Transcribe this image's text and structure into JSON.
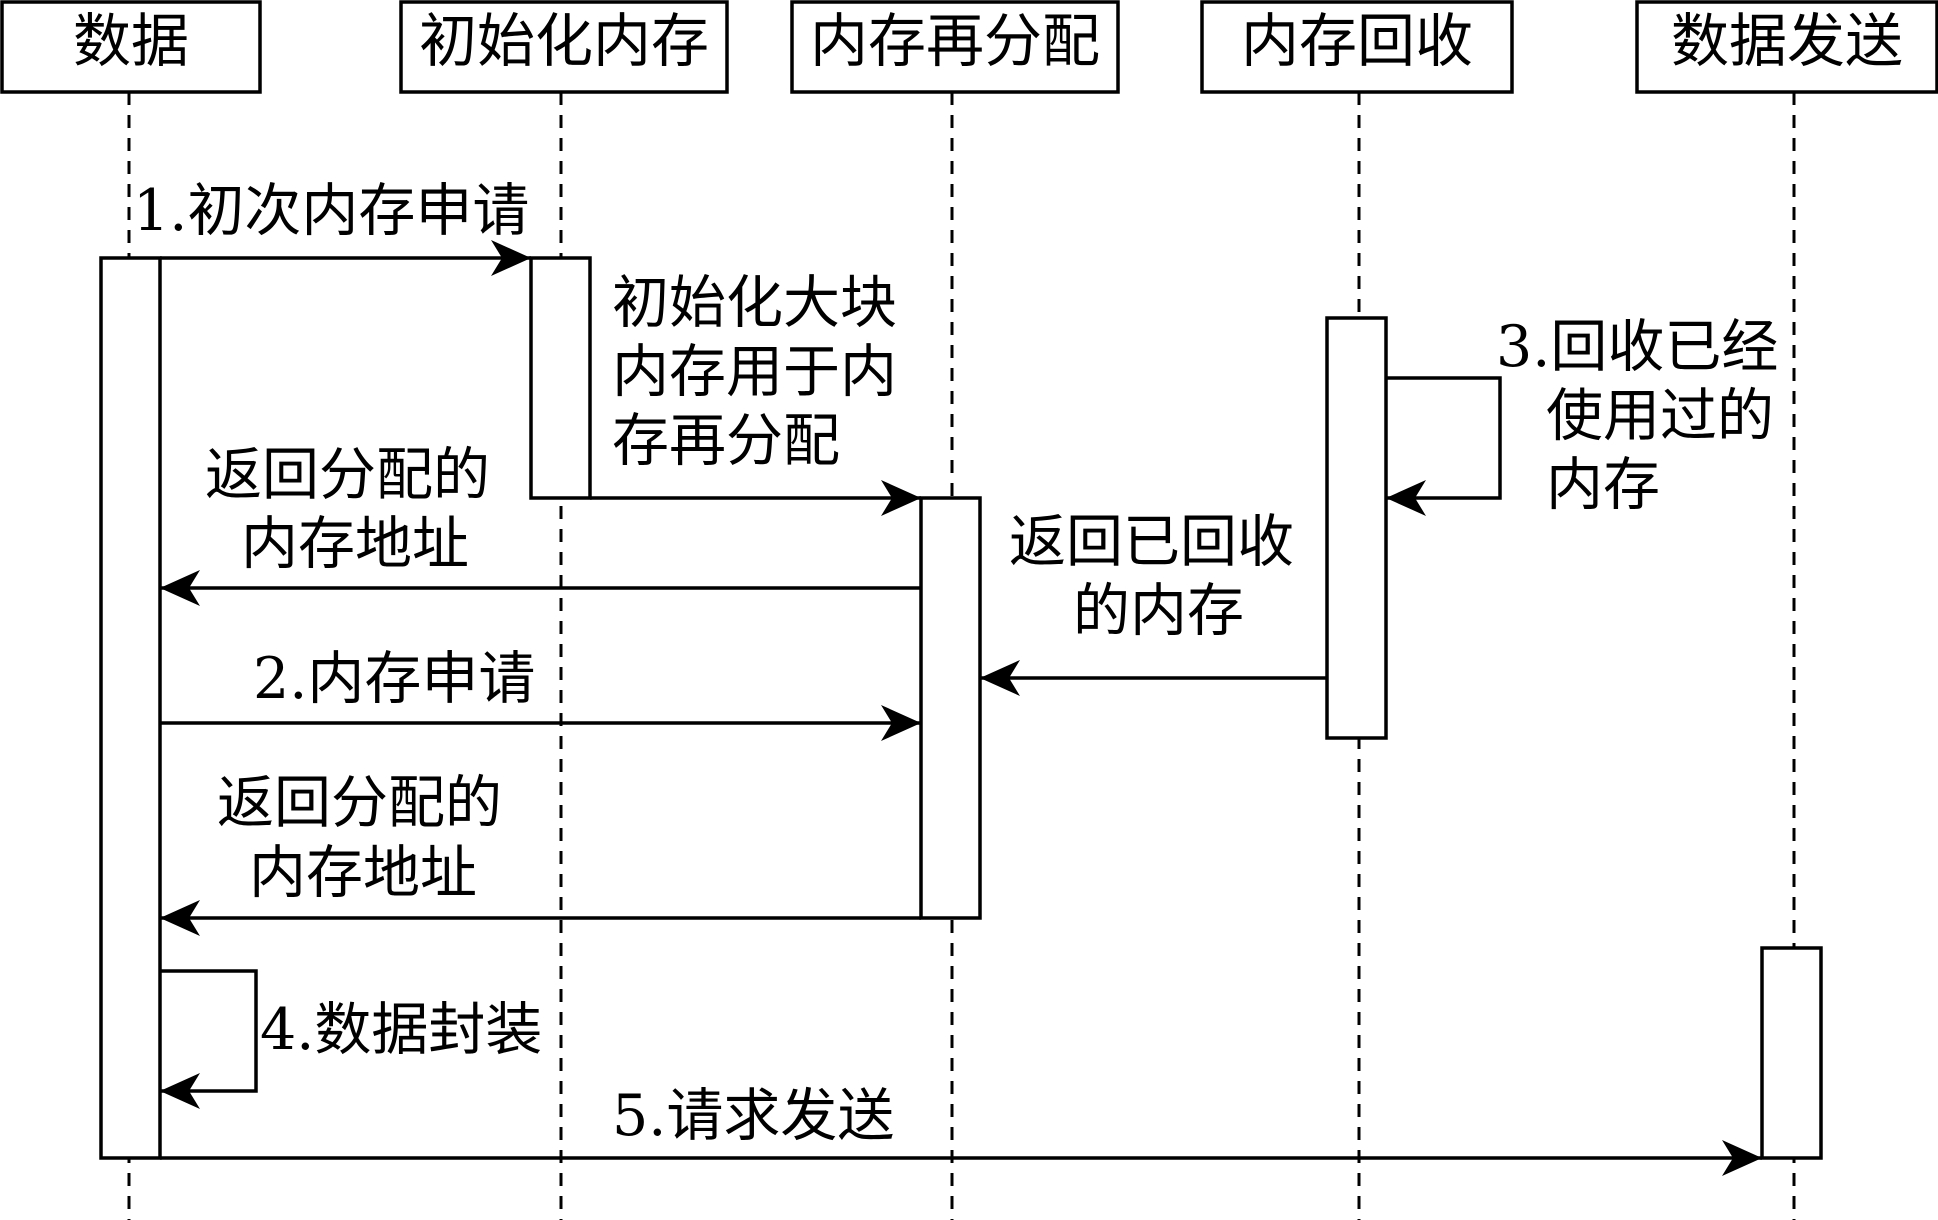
{
  "participants": [
    {
      "id": "data",
      "label": "数据"
    },
    {
      "id": "init_mem",
      "label": "初始化内存"
    },
    {
      "id": "mem_realloc",
      "label": "内存再分配"
    },
    {
      "id": "mem_recycle",
      "label": "内存回收"
    },
    {
      "id": "data_send",
      "label": "数据发送"
    }
  ],
  "messages": {
    "m1": {
      "label": "1.初次内存申请"
    },
    "init_note": {
      "lines": [
        "初始化大块",
        "内存用于内",
        "存再分配"
      ]
    },
    "ret1": {
      "lines": [
        "返回分配的",
        "内存地址"
      ]
    },
    "m3": {
      "lines": [
        "3.回收已经",
        "使用过的",
        "内存"
      ]
    },
    "ret_recycled": {
      "lines": [
        "返回已回收",
        "的内存"
      ]
    },
    "m2": {
      "label": "2.内存申请"
    },
    "ret2": {
      "lines": [
        "返回分配的",
        "内存地址"
      ]
    },
    "m4": {
      "label": "4.数据封装"
    },
    "m5": {
      "label": "5.请求发送"
    }
  }
}
